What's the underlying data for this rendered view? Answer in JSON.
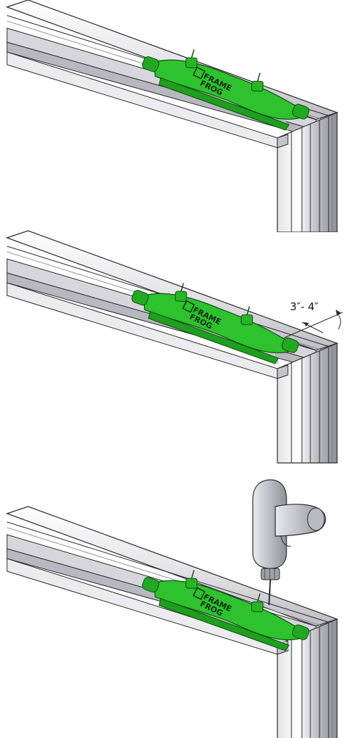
{
  "colors": {
    "frog_green": "#2ec22e",
    "frog_dark": "#138a13",
    "frame_light": "#f3f3f5",
    "frame_mid": "#c9c9cf",
    "frame_dark": "#9b9ba3",
    "line": "#2a2a2a",
    "drill_body": "#c9ccd1",
    "drill_shade": "#9ea2a9"
  },
  "logo": {
    "line1": "FRAME",
    "line2": "FROG"
  },
  "dimension": {
    "label": "3″- 4″"
  },
  "steps": [
    {
      "name": "frog-placed"
    },
    {
      "name": "frog-positioned-measure"
    },
    {
      "name": "frog-screwed-with-drill"
    }
  ]
}
